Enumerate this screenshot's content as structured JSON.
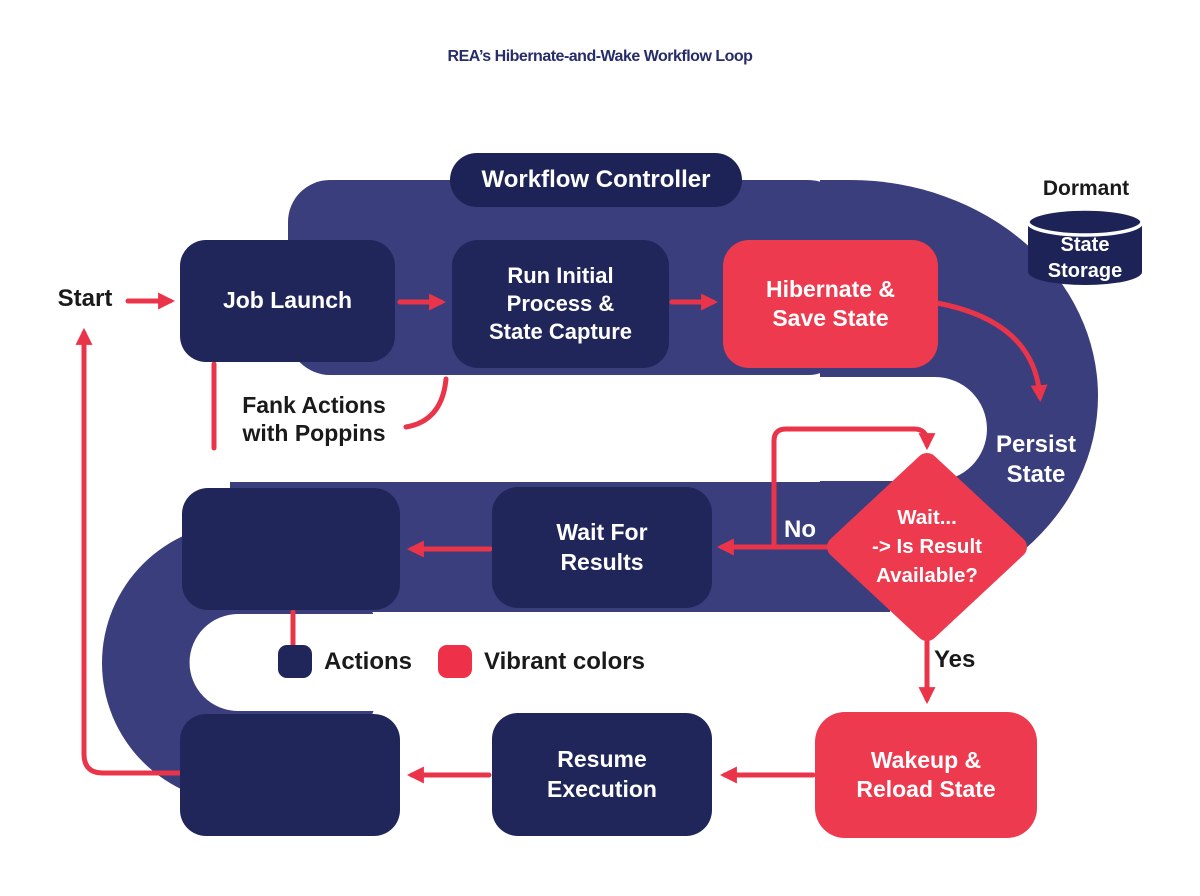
{
  "title": "REA’s Hibernate-and-Wake Workflow Loop",
  "controller": {
    "label": "Workflow Controller"
  },
  "nodes": {
    "job_launch": {
      "label": "Job Launch"
    },
    "run_initial": {
      "lines": [
        "Run Initial",
        "Process &",
        "State Capture"
      ]
    },
    "hibernate": {
      "lines": [
        "Hibernate &",
        "Save State"
      ]
    },
    "wait_for_results": {
      "lines": [
        "Wait For",
        "Results"
      ]
    },
    "decision": {
      "lines": [
        "Wait...",
        "-> Is Result",
        "Available?"
      ]
    },
    "wakeup": {
      "lines": [
        "Wakeup &",
        "Reload State"
      ]
    },
    "resume": {
      "lines": [
        "Resume",
        "Execution"
      ]
    }
  },
  "storage": {
    "caption": "Dormant",
    "lines": [
      "State",
      "Storage"
    ]
  },
  "labels": {
    "start": "Start",
    "yes": "Yes",
    "no": "No",
    "persist": {
      "lines": [
        "Persist",
        "State"
      ]
    },
    "fank": {
      "lines": [
        "Fank Actions",
        "with Poppins"
      ]
    }
  },
  "legend": {
    "items": [
      {
        "label": "Actions",
        "color": "#20265a"
      },
      {
        "label": "Vibrant colors",
        "color": "#ee3048"
      }
    ]
  },
  "colors": {
    "background": "#ffffff",
    "title_navy": "#272c6a",
    "dark_navy": "#20265a",
    "ribbon_navy": "#3a3e7c",
    "arrow_red": "#ea3449",
    "node_red": "#ee3a4e",
    "text_black": "#1a1a1a",
    "text_white": "#ffffff"
  }
}
